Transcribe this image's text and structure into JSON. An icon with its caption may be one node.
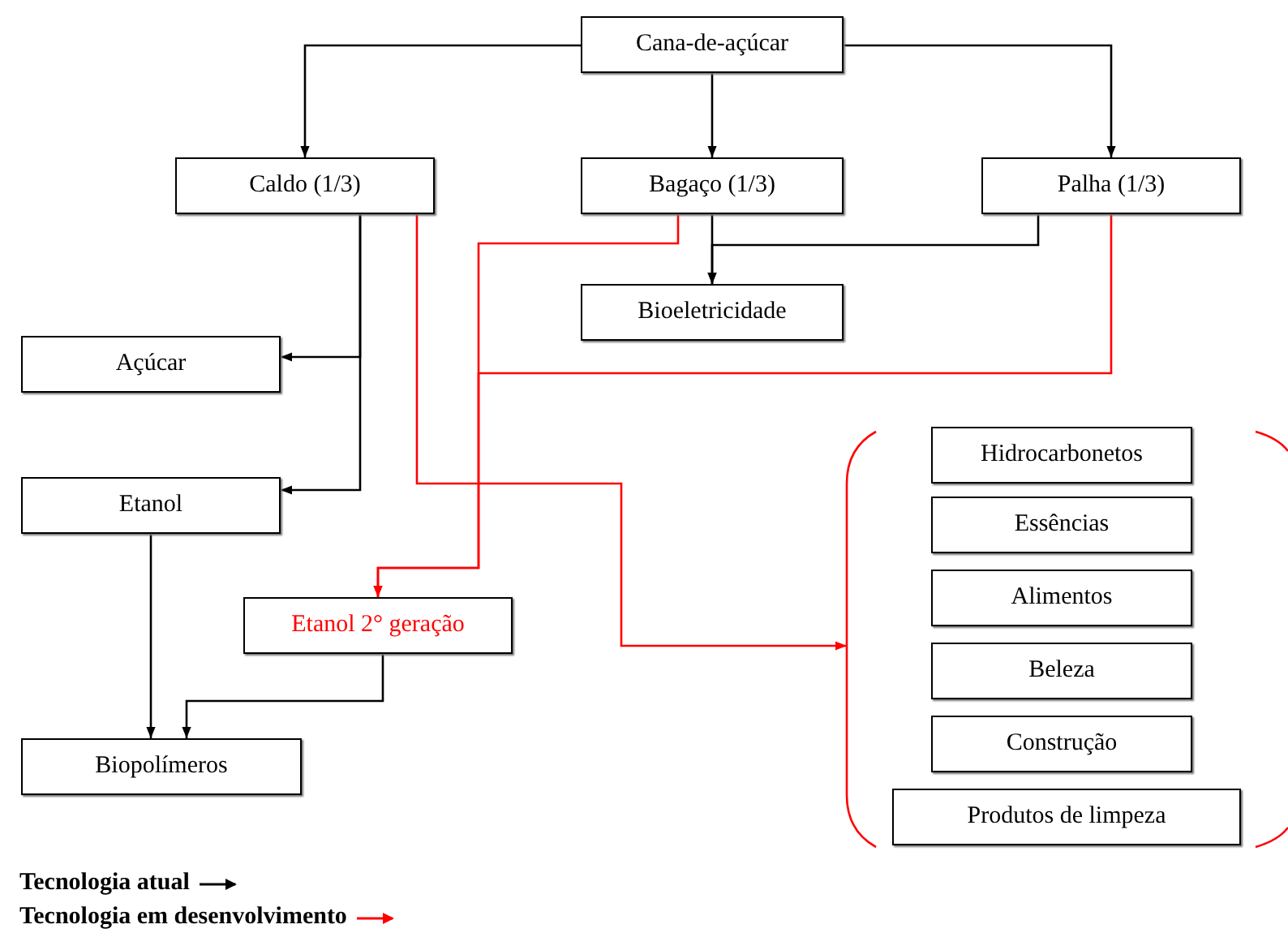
{
  "diagram": {
    "nodes": [
      {
        "text": [
          "Cana-de-açúcar"
        ]
      },
      {
        "text": [
          "Caldo (1/3)"
        ]
      },
      {
        "text": [
          "Bagaço (1/3)"
        ]
      },
      {
        "text": [
          "Palha (1/3)"
        ]
      },
      {
        "text": [
          "Bioeletricidade"
        ]
      },
      {
        "text": [
          "Açúcar"
        ]
      },
      {
        "text": [
          "Etanol"
        ]
      },
      {
        "text": [
          "Etanol 2° geração"
        ]
      },
      {
        "text": [
          "Biopolímeros"
        ]
      },
      {
        "text": [],
        "shape": "bracket"
      },
      {
        "text": [
          "Hidrocarbonetos"
        ],
        "in": 9
      },
      {
        "text": [
          "Essências"
        ],
        "in": 9
      },
      {
        "text": [
          "Alimentos"
        ],
        "in": 9
      },
      {
        "text": [
          "Beleza"
        ],
        "in": 9
      },
      {
        "text": [
          "Construção"
        ],
        "in": 9
      },
      {
        "text": [
          "Produtos de limpeza"
        ],
        "in": 9
      }
    ],
    "edges": [
      {
        "from": 0,
        "to": 1,
        "arrow": "to"
      },
      {
        "from": 0,
        "to": 2,
        "arrow": "to"
      },
      {
        "from": 0,
        "to": 3,
        "arrow": "to"
      },
      {
        "from": 1,
        "to": 5,
        "arrow": "to"
      },
      {
        "from": 1,
        "to": 6,
        "arrow": "to"
      },
      {
        "from": 2,
        "to": 4,
        "arrow": "to"
      },
      {
        "from": 3,
        "to": 4,
        "arrow": "to"
      },
      {
        "from": 2,
        "to": 7,
        "arrow": "to",
        "color": "#ff0000"
      },
      {
        "from": 3,
        "to": 7,
        "arrow": "to",
        "color": "#ff0000"
      },
      {
        "from": 1,
        "to": 9,
        "arrow": "to",
        "color": "#ff0000"
      },
      {
        "from": 6,
        "to": 8,
        "arrow": "to"
      },
      {
        "from": 7,
        "to": 8,
        "arrow": "to"
      }
    ],
    "legend": [
      {
        "text": "Tecnologia atual"
      },
      {
        "text": "Tecnologia em desenvolvimento"
      }
    ]
  }
}
